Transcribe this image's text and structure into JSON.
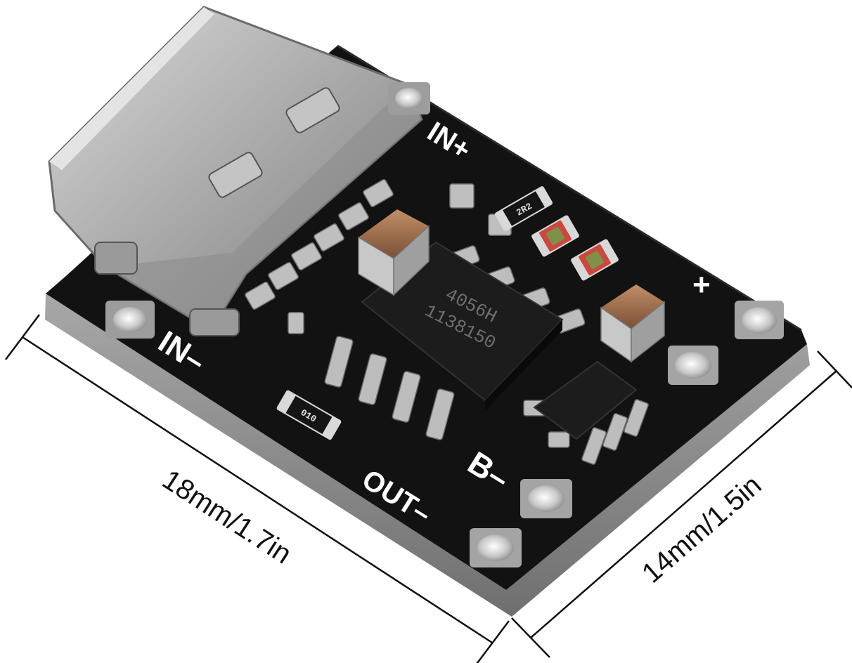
{
  "product": {
    "labels": {
      "in_plus": "IN+",
      "in_minus": "IN–",
      "plus": "+",
      "b_minus": "B–",
      "out_minus": "OUT–"
    },
    "chip": {
      "line1": "4056H",
      "line2": "1138150"
    },
    "resistors": {
      "r1": "2R2",
      "r2": "010"
    },
    "colors": {
      "pcb": "#111111",
      "pcb_edge": "#8f8f8f",
      "connector": "#b8b8b8",
      "capacitor": "#a0714e",
      "led": "#c9483f"
    }
  },
  "dimensions": {
    "length": "18mm/1.7in",
    "width": "14mm/1.5in"
  }
}
